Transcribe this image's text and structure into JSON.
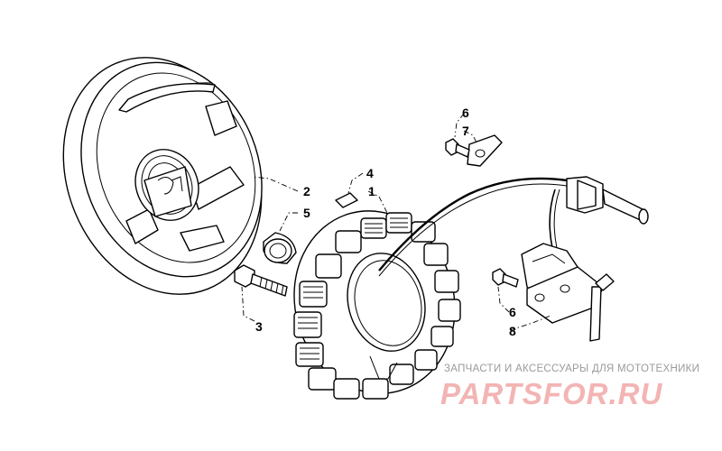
{
  "diagram": {
    "callouts": [
      "1",
      "2",
      "3",
      "4",
      "5",
      "6",
      "7",
      "6",
      "8"
    ]
  },
  "watermark": {
    "caption": "ЗАПЧАСТИ И АКСЕССУАРЫ ДЛЯ МОТОТЕХНИКИ",
    "logo": "PARTSFOR.RU"
  }
}
